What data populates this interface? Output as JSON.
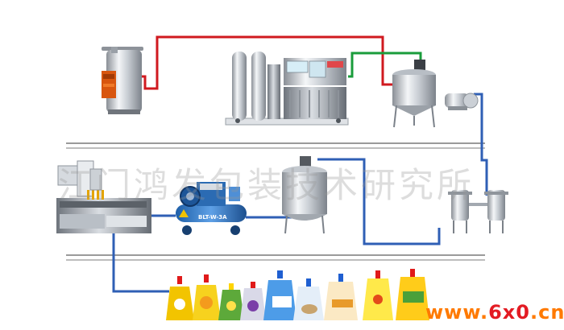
{
  "watermark": {
    "text": "江门鸿发包装技术研究所"
  },
  "site": {
    "prefix": "www.",
    "brand": "6x0",
    "suffix": ".cn",
    "color": "#ff7a00",
    "highlight": "#e31b23"
  },
  "compressor": {
    "label": "BLT-W-3A"
  },
  "pipes": {
    "hot": "#d0191f",
    "sterile": "#1a9c3b",
    "product": "#2f5fb5"
  }
}
